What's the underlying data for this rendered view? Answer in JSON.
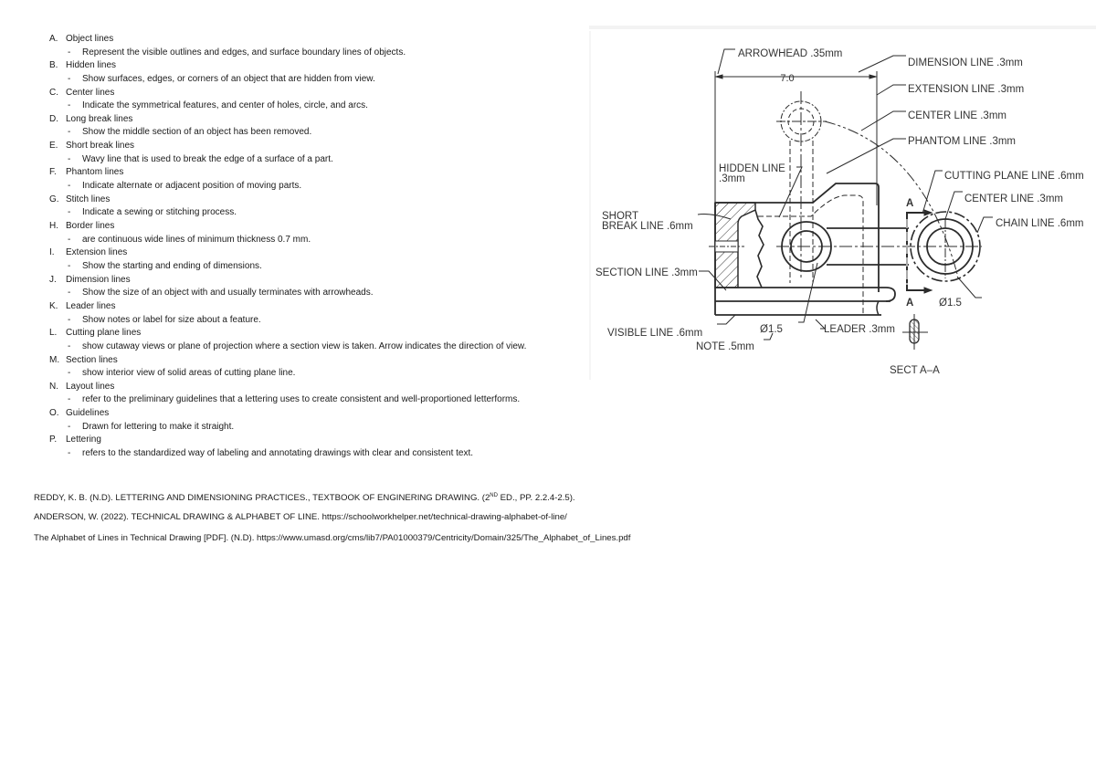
{
  "line_types": [
    {
      "letter": "A.",
      "title": "Object lines",
      "description": "Represent the visible outlines and edges, and surface boundary lines of objects."
    },
    {
      "letter": "B.",
      "title": "Hidden lines",
      "description": "Show surfaces, edges, or corners of an object that are hidden from view."
    },
    {
      "letter": "C.",
      "title": "Center lines",
      "description": "Indicate the symmetrical features, and center of holes, circle, and arcs."
    },
    {
      "letter": "D.",
      "title": "Long break lines",
      "description": "Show the middle section of an object has been removed."
    },
    {
      "letter": "E.",
      "title": "Short break lines",
      "description": "Wavy line that is used to break the edge of a surface of a part."
    },
    {
      "letter": "F.",
      "title": "Phantom lines",
      "description": "Indicate alternate or adjacent position of moving parts."
    },
    {
      "letter": "G.",
      "title": "Stitch lines",
      "description": "Indicate a sewing or stitching process."
    },
    {
      "letter": "H.",
      "title": "Border lines",
      "description": "are continuous wide lines of minimum thickness 0.7 mm."
    },
    {
      "letter": "I.",
      "title": "Extension lines",
      "description": "Show the starting and ending of dimensions."
    },
    {
      "letter": "J.",
      "title": "Dimension lines",
      "description": "Show the size of an object with and usually terminates with arrowheads."
    },
    {
      "letter": "K.",
      "title": "Leader lines",
      "description": "Show notes or label for size about a feature."
    },
    {
      "letter": "L.",
      "title": "Cutting plane lines",
      "description": "show cutaway views or plane of projection where a section view is taken. Arrow indicates the direction of view."
    },
    {
      "letter": "M.",
      "title": "Section lines",
      "description": "show interior view of solid areas of cutting plane line."
    },
    {
      "letter": "N.",
      "title": "Layout lines",
      "description": "refer to the preliminary guidelines that a lettering uses to create consistent and well-proportioned letterforms."
    },
    {
      "letter": "O.",
      "title": "Guidelines",
      "description": "Drawn for lettering to make it straight."
    },
    {
      "letter": "P.",
      "title": "Lettering",
      "description": "refers to the standardized way of labeling and annotating drawings with clear and consistent text."
    }
  ],
  "bullet": "-",
  "references": [
    {
      "before": "REDDY, K. B. (N.D). LETTERING AND DIMENSIONING PRACTICES., TEXTBOOK OF ENGINERING DRAWING. (2",
      "sup": "ND",
      "after": " ED., PP. 2.2.4-2.5)."
    },
    {
      "before": "ANDERSON, W. (2022). TECHNICAL DRAWING & ALPHABET OF LINE. https://schoolworkhelper.net/technical-drawing-alphabet-of-line/",
      "sup": "",
      "after": ""
    },
    {
      "before": "The Alphabet of Lines in Technical Drawing [PDF]. (N.D). https://www.umasd.org/cms/lib7/PA01000379/Centricity/Domain/325/The_Alphabet_of_Lines.pdf",
      "sup": "",
      "after": ""
    }
  ],
  "figure": {
    "labels": {
      "arrowhead": "ARROWHEAD .35mm",
      "dimension_value": "7.0",
      "dimension_line": "DIMENSION LINE .3mm",
      "extension_line": "EXTENSION LINE .3mm",
      "center_line_top": "CENTER LINE .3mm",
      "phantom_line": "PHANTOM LINE .3mm",
      "hidden_line_1": "HIDDEN LINE",
      "hidden_line_2": ".3mm",
      "cutting_plane_line": "CUTTING PLANE LINE .6mm",
      "center_line_right": "CENTER LINE .3mm",
      "chain_line": "CHAIN LINE .6mm",
      "short_break_1": "SHORT",
      "short_break_2": "BREAK LINE .6mm",
      "section_line": "SECTION LINE .3mm",
      "visible_line": "VISIBLE LINE .6mm",
      "note": "NOTE .5mm",
      "diameter_left": "Ø1.5",
      "leader": "LEADER .3mm",
      "diameter_right": "Ø1.5",
      "section_mark_top": "A",
      "section_mark_bottom": "A",
      "sect_caption": "SECT A–A"
    }
  }
}
